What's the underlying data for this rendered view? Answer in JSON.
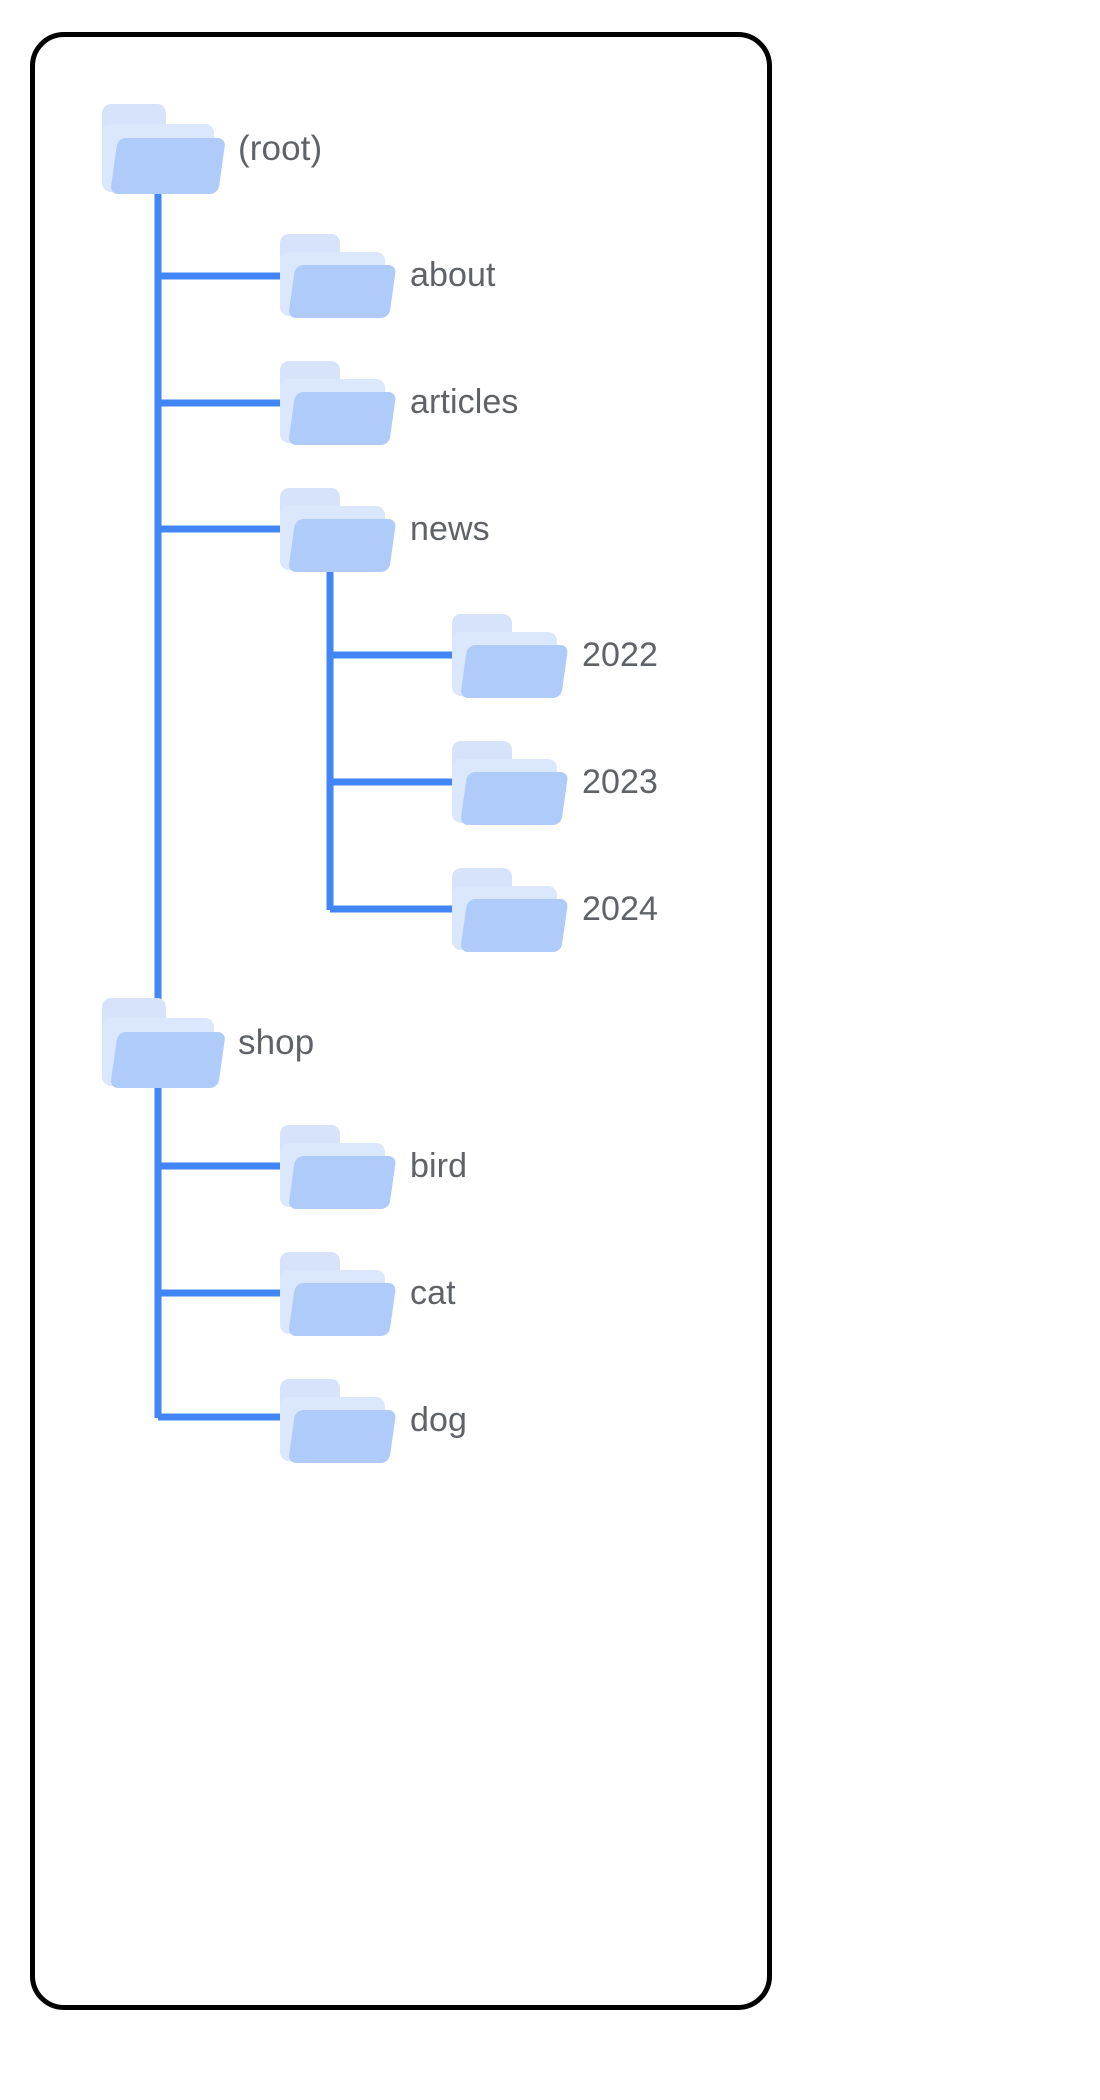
{
  "diagram": {
    "title": "folder-tree",
    "colors": {
      "frame_border": "#000000",
      "connector": "#4285f4",
      "folder_front": "#aecbfa",
      "folder_back": "#dbe7fc",
      "folder_tab": "#d7e3fb",
      "label_text": "#5f6368",
      "background": "#ffffff"
    },
    "nodes": [
      {
        "id": "root",
        "label": "(root)",
        "depth": 0,
        "icon": "folder-icon"
      },
      {
        "id": "about",
        "label": "about",
        "depth": 1,
        "icon": "folder-icon"
      },
      {
        "id": "articles",
        "label": "articles",
        "depth": 1,
        "icon": "folder-icon"
      },
      {
        "id": "news",
        "label": "news",
        "depth": 1,
        "icon": "folder-icon"
      },
      {
        "id": "2022",
        "label": "2022",
        "depth": 2,
        "icon": "folder-icon"
      },
      {
        "id": "2023",
        "label": "2023",
        "depth": 2,
        "icon": "folder-icon"
      },
      {
        "id": "2024",
        "label": "2024",
        "depth": 2,
        "icon": "folder-icon"
      },
      {
        "id": "shop",
        "label": "shop",
        "depth": 0,
        "icon": "folder-icon"
      },
      {
        "id": "bird",
        "label": "bird",
        "depth": 1,
        "icon": "folder-icon"
      },
      {
        "id": "cat",
        "label": "cat",
        "depth": 1,
        "icon": "folder-icon"
      },
      {
        "id": "dog",
        "label": "dog",
        "depth": 1,
        "icon": "folder-icon"
      }
    ]
  }
}
